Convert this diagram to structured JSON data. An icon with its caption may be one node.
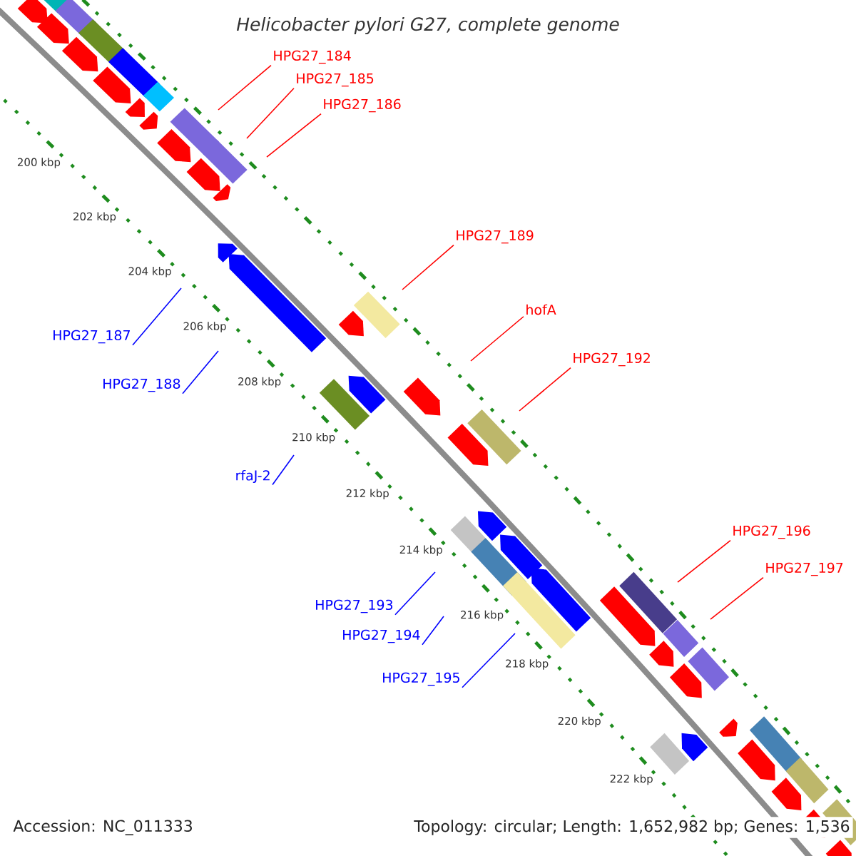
{
  "diagram": {
    "title": "Helicobacter pylori G27, complete genome",
    "nodes": [
      {
        "text": [
          "HPG27_184"
        ]
      },
      {
        "text": [
          "HPG27_185"
        ]
      },
      {
        "text": [
          "HPG27_186"
        ]
      },
      {
        "text": [
          "HPG27_189"
        ]
      },
      {
        "text": [
          "hofA"
        ]
      },
      {
        "text": [
          "HPG27_192"
        ]
      },
      {
        "text": [
          "HPG27_196"
        ]
      },
      {
        "text": [
          "HPG27_197"
        ]
      },
      {
        "text": [
          "HPG27_187"
        ]
      },
      {
        "text": [
          "HPG27_188"
        ]
      },
      {
        "text": [
          "rfaJ-2"
        ]
      },
      {
        "text": [
          "HPG27_193"
        ]
      },
      {
        "text": [
          "HPG27_194"
        ]
      },
      {
        "text": [
          "HPG27_195"
        ]
      }
    ],
    "edges": [
      {
        "from": 0,
        "to": null,
        "arrow": "none"
      },
      {
        "from": 1,
        "to": null,
        "arrow": "none"
      },
      {
        "from": 2,
        "to": null,
        "arrow": "none"
      },
      {
        "from": 3,
        "to": null,
        "arrow": "none"
      },
      {
        "from": 4,
        "to": null,
        "arrow": "none"
      },
      {
        "from": 5,
        "to": null,
        "arrow": "none"
      },
      {
        "from": 6,
        "to": null,
        "arrow": "none"
      },
      {
        "from": 7,
        "to": null,
        "arrow": "none"
      },
      {
        "from": 8,
        "to": null,
        "arrow": "none",
        "color": "#0000ff"
      },
      {
        "from": 9,
        "to": null,
        "arrow": "none",
        "color": "#0000ff"
      },
      {
        "from": 10,
        "to": null,
        "arrow": "none",
        "color": "#0000ff"
      },
      {
        "from": 11,
        "to": null,
        "arrow": "none",
        "color": "#0000ff"
      },
      {
        "from": 12,
        "to": null,
        "arrow": "none",
        "color": "#0000ff"
      },
      {
        "from": 13,
        "to": null,
        "arrow": "none",
        "color": "#0000ff"
      }
    ],
    "labels": [
      "200 kbp",
      "202 kbp",
      "204 kbp",
      "206 kbp",
      "208 kbp",
      "210 kbp",
      "212 kbp",
      "214 kbp",
      "216 kbp",
      "218 kbp",
      "220 kbp",
      "222 kbp",
      "Accession: NC_011333",
      "Topology: circular; Length: 1,652,982 bp; Genes: 1,536"
    ]
  }
}
